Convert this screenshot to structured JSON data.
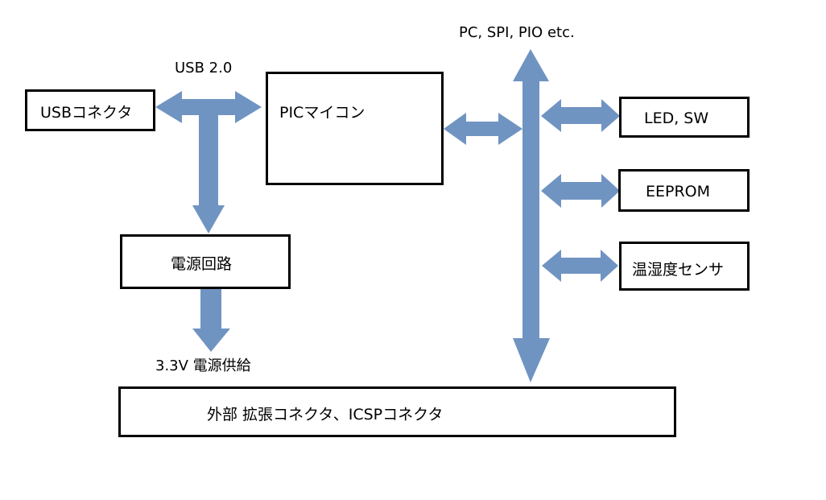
{
  "diagram": {
    "arrow_color": "#7094c2",
    "blocks": {
      "usb_connector": "USBコネクタ",
      "pic": "PICマイコン",
      "power_circuit": "電源回路",
      "led_sw": "LED, SW",
      "eeprom": "EEPROM",
      "sensor": "温湿度センサ",
      "external": "外部 拡張コネクタ、ICSPコネクタ"
    },
    "labels": {
      "usb": "USB 2.0",
      "bus": "PC, SPI, PIO etc.",
      "power_out": "3.3V 電源供給"
    }
  }
}
